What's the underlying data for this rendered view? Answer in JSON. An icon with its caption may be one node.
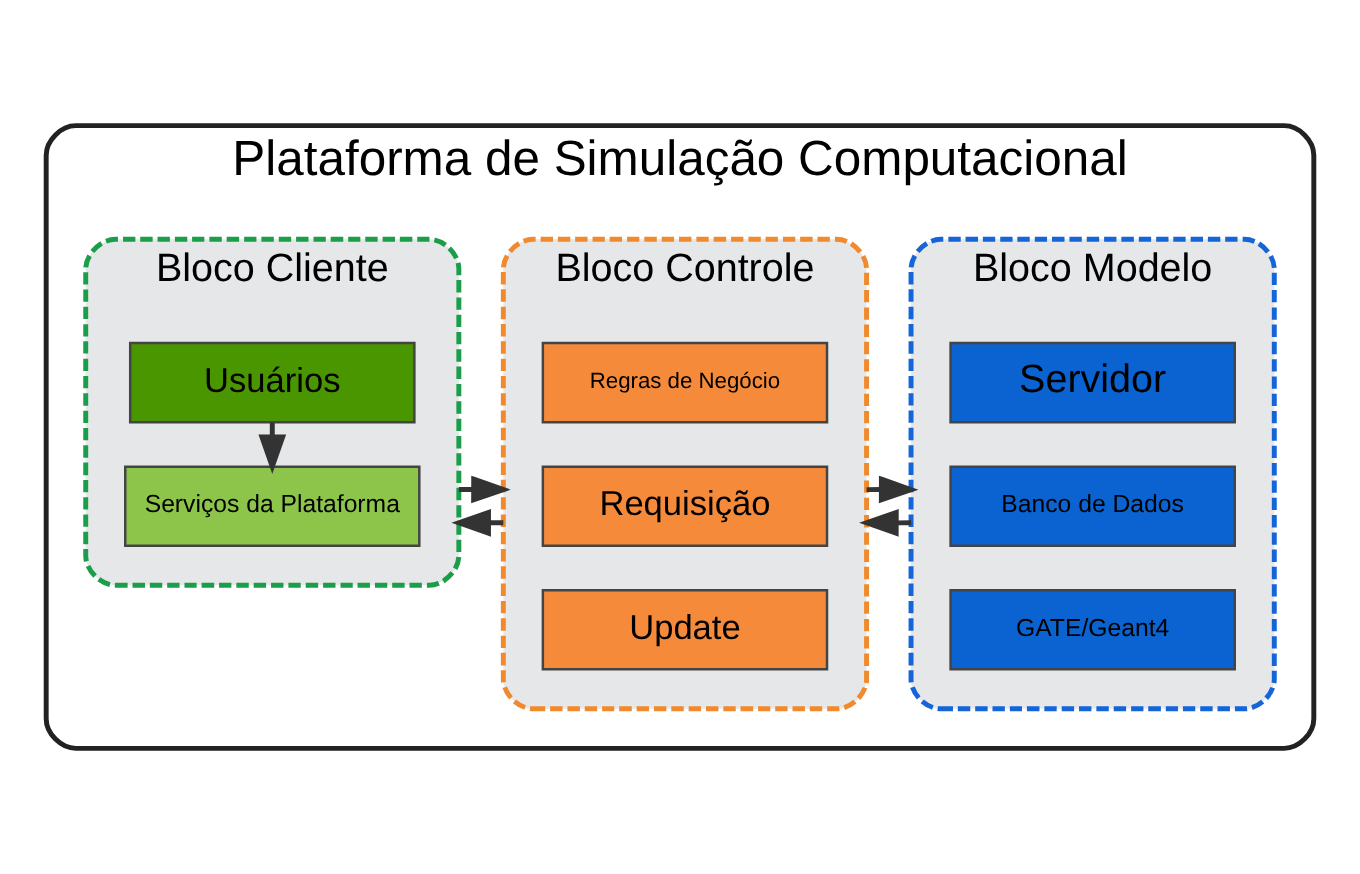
{
  "diagram": {
    "nodes": [
      {
        "text": [
          "Plataforma de Simulação Computacional"
        ]
      },
      {
        "text": [
          "Bloco Cliente"
        ],
        "in": 0
      },
      {
        "text": [
          "Usuários"
        ],
        "in": 1
      },
      {
        "text": [
          "Serviços da Plataforma"
        ],
        "in": 1
      },
      {
        "text": [
          "Bloco Controle"
        ],
        "in": 0
      },
      {
        "text": [
          "Regras de Negócio"
        ],
        "in": 4
      },
      {
        "text": [
          "Requisição"
        ],
        "in": 4
      },
      {
        "text": [
          "Update"
        ],
        "in": 4
      },
      {
        "text": [
          "Bloco Modelo"
        ],
        "in": 0
      },
      {
        "text": [
          "Servidor"
        ],
        "in": 8
      },
      {
        "text": [
          "Banco de Dados"
        ],
        "in": 8
      },
      {
        "text": [
          "GATE/Geant4"
        ],
        "in": 8
      }
    ],
    "edges": [
      {
        "from": 2,
        "to": 3,
        "arrow": "to"
      },
      {
        "from": 4,
        "to": 1,
        "arrow": "to"
      },
      {
        "from": 1,
        "to": 4,
        "arrow": "to"
      },
      {
        "from": 8,
        "to": 4,
        "arrow": "to"
      },
      {
        "from": 4,
        "to": 8,
        "arrow": "to"
      }
    ]
  }
}
